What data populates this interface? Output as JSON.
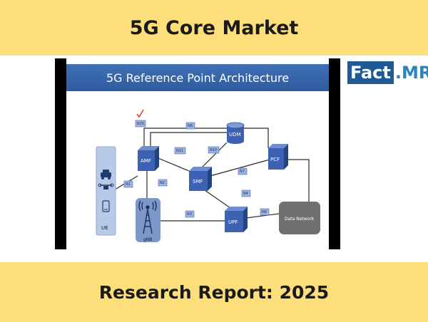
{
  "header": {
    "title": "5G Core Market"
  },
  "footer": {
    "subtitle": "Research Report: 2025"
  },
  "logo": {
    "part1": "Fact",
    "part2": ".MR",
    "brand_color": "#1f5a95",
    "accent_color": "#2a84c4"
  },
  "slide": {
    "title": "5G Reference Point Architecture",
    "nodes": {
      "amf": "AMF",
      "smf": "SMF",
      "udm": "UDM",
      "pcf": "PCF",
      "upf": "UPF",
      "ue": "UE",
      "gnb": "gNB",
      "data_network": "Data Network"
    },
    "interfaces": {
      "n15": "N15",
      "n8": "N8",
      "n11": "N11",
      "n10": "N10",
      "n7": "N7",
      "n1": "N1",
      "n2": "N2",
      "n4": "N4",
      "n3": "N3",
      "n6": "N6"
    }
  },
  "colors": {
    "banner": "#fcde7a",
    "slide_title_bar": "#3f6fb5",
    "node_blue": "#3d62b3",
    "ue_box": "#b7cbe8",
    "data_network": "#707070",
    "check_mark": "#e02020"
  }
}
